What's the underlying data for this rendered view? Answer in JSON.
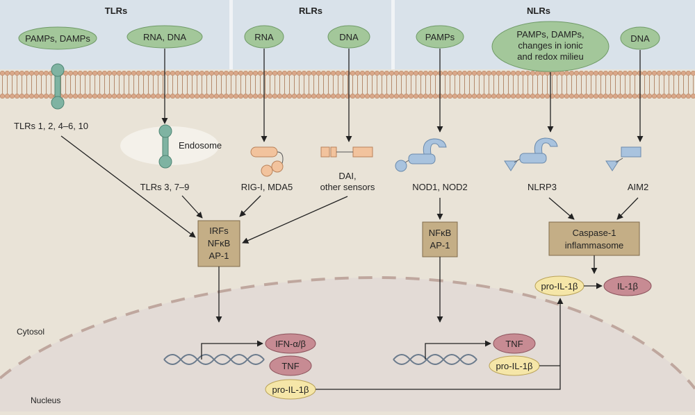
{
  "headers": {
    "tlrs": "TLRs",
    "rlrs": "RLRs",
    "nlrs": "NLRs"
  },
  "ligands": {
    "tlr_surface": "PAMPs, DAMPs",
    "tlr_endosomal": "RNA, DNA",
    "rlr_rna": "RNA",
    "rlr_dna": "DNA",
    "nod_pamps": "PAMPs",
    "nlrp3_line1": "PAMPs, DAMPs,",
    "nlrp3_line2": "changes in ionic",
    "nlrp3_line3": "and redox milieu",
    "aim2_dna": "DNA"
  },
  "labels": {
    "tlrs_surface": "TLRs 1, 2, 4–6, 10",
    "endosome": "Endosome",
    "tlrs_endosomal": "TLRs 3, 7–9",
    "rigi": "RIG-I, MDA5",
    "dai_line1": "DAI,",
    "dai_line2": "other sensors",
    "nod": "NOD1, NOD2",
    "nlrp3": "NLRP3",
    "aim2": "AIM2",
    "cytosol": "Cytosol",
    "nucleus": "Nucleus"
  },
  "boxes": {
    "tf1_line1": "IRFs",
    "tf1_line2": "NFκB",
    "tf1_line3": "AP-1",
    "tf2_line1": "NFκB",
    "tf2_line2": "AP-1",
    "casp_line1": "Caspase-1",
    "casp_line2": "inflammasome"
  },
  "products": {
    "ifn": "IFN-α/β",
    "tnf_left": "TNF",
    "proil_left": "pro-IL-1β",
    "tnf_right": "TNF",
    "proil_right": "pro-IL-1β",
    "proil_cyto": "pro-IL-1β",
    "il1b": "IL-1β"
  },
  "colors": {
    "ligand_fill": "#a3c79a",
    "tlr_green": "#7fb3a2",
    "tf_box": "#c4ae86",
    "product_red": "#c78b93",
    "product_yellow": "#f5e6a8",
    "rigi_orange": "#f2c39d",
    "nlr_blue": "#a9c3de",
    "nucleus_fill": "#e2dad6",
    "membrane_head": "#d9a88a"
  }
}
